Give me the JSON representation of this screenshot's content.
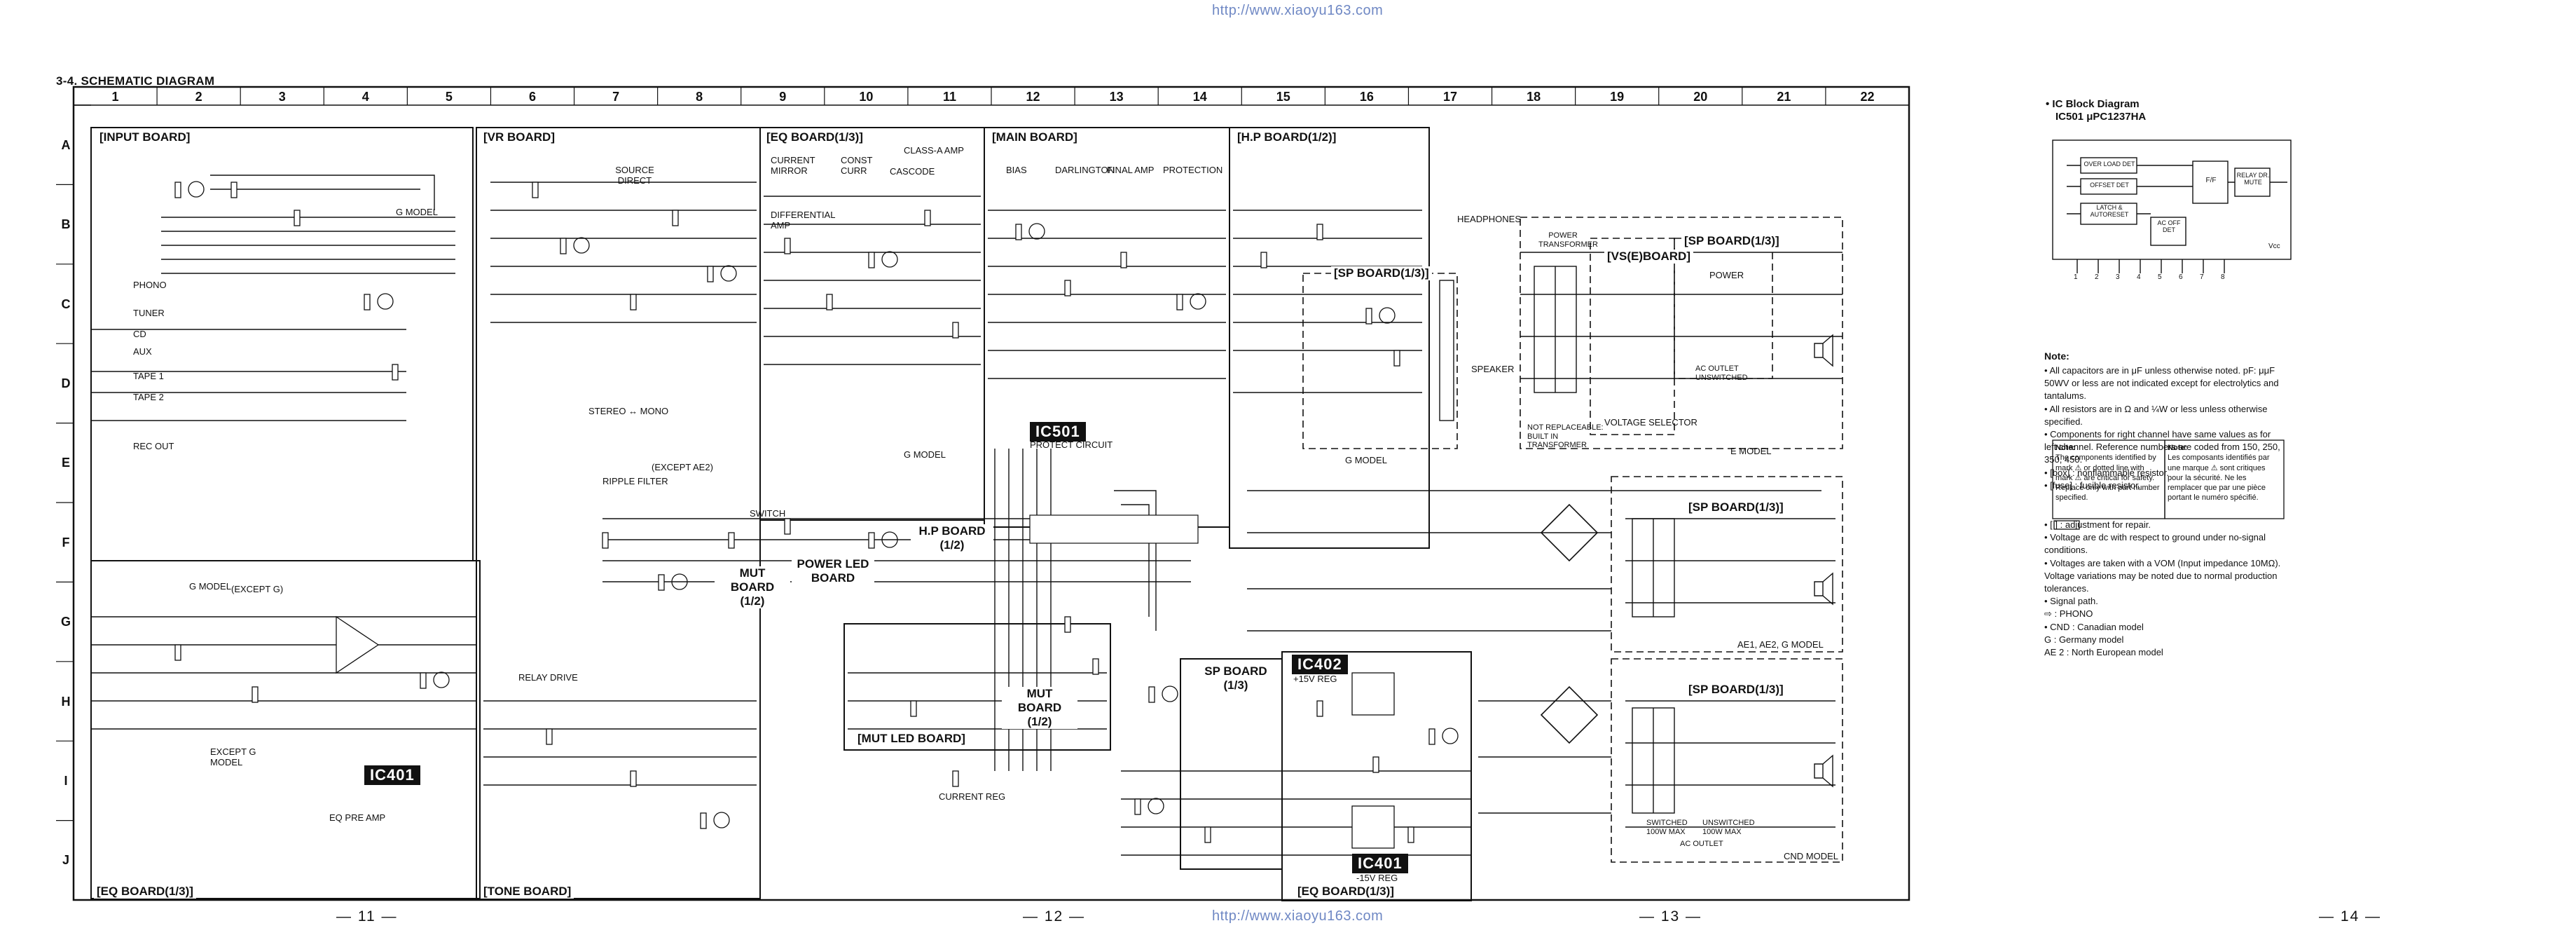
{
  "watermark_top": "http://www.xiaoyu163.com",
  "watermark_bottom": "http://www.xiaoyu163.com",
  "section_title": "3-4.  SCHEMATIC DIAGRAM",
  "grid": {
    "columns": [
      "1",
      "2",
      "3",
      "4",
      "5",
      "6",
      "7",
      "8",
      "9",
      "10",
      "11",
      "12",
      "13",
      "14",
      "15",
      "16",
      "17",
      "18",
      "19",
      "20",
      "21",
      "22"
    ],
    "rows": [
      "A",
      "B",
      "C",
      "D",
      "E",
      "F",
      "G",
      "H",
      "I",
      "J"
    ]
  },
  "boards": {
    "input": "[INPUT BOARD]",
    "vr": "[VR BOARD]",
    "eq13": "[EQ BOARD(1/3)]",
    "main": "[MAIN BOARD]",
    "hp12": "[H.P BOARD(1/2)]",
    "sp13a": "[SP BOARD(1/3)]",
    "vse": "[VS(E)BOARD]",
    "sp13b": "[SP BOARD(1/3)]",
    "sp13c": "[SP BOARD(1/3)]",
    "sp13d": "[SP BOARD(1/3)]",
    "sp13e": "SP BOARD (1/3)",
    "mut12a": "MUT BOARD (1/2)",
    "mut12b": "MUT BOARD (1/2)",
    "hp12b": "H.P BOARD (1/2)",
    "powerled": "POWER LED BOARD",
    "mutled": "[MUT LED BOARD]",
    "eq13_bottom": "[EQ BOARD(1/3)]",
    "tone": "[TONE BOARD]",
    "eq13_bottom2": "[EQ BOARD(1/3)]"
  },
  "ics": {
    "ic501": "IC501",
    "ic401a": "IC401",
    "ic402": "IC402",
    "ic401b": "IC401"
  },
  "ic_captions": {
    "ic501": "PROTECT CIRCUIT",
    "ic401a": "EQ PRE AMP",
    "ic402": "+15V REG",
    "ic401b": "-15V REG"
  },
  "labels": {
    "g_model_1": "G MODEL",
    "g_model_2": "G MODEL",
    "g_model_3": "G MODEL",
    "g_model_4": "G MODEL",
    "e_model": "E MODEL",
    "ae_model": "AE1, AE2, G MODEL",
    "cnd_model": "CND MODEL",
    "except_g": "EXCEPT G MODEL",
    "headphones": "HEADPHONES",
    "speaker": "SPEAKER",
    "phono": "PHONO",
    "tuner": "TUNER",
    "cd": "CD",
    "aux": "AUX",
    "tape1": "TAPE 1",
    "tape2": "TAPE 2",
    "rec_out": "REC OUT",
    "source_direct": "SOURCE DIRECT",
    "power_transformer": "POWER TRANSFORMER",
    "voltage_selector": "VOLTAGE SELECTOR",
    "not_replaceable": "NOT REPLACEABLE: BUILT IN TRANSFORMER",
    "differential_amp": "DIFFERENTIAL AMP",
    "current_mirror": "CURRENT MIRROR",
    "const_curr": "CONST CURR",
    "class_a_amp": "CLASS-A AMP",
    "cascode": "CASCODE",
    "bias": "BIAS",
    "darlington": "DARLINGTON",
    "final_amp": "FINAL AMP",
    "protection": "PROTECTION",
    "ripple_filter": "RIPPLE FILTER",
    "switch": "SWITCH",
    "relay_drive": "RELAY DRIVE",
    "current_reg": "CURRENT REG",
    "stereo_mono": "STEREO ↔ MONO",
    "ac_outlet": "AC OUTLET UNSWITCHED",
    "switched": "SWITCHED 100W MAX",
    "unswitched": "UNSWITCHED 100W MAX",
    "ac_outlet_b": "AC OUTLET",
    "except_ae2": "(EXCEPT AE2)",
    "except_g1": "(EXCEPT G)",
    "power": "POWER"
  },
  "ic_block": {
    "title": "• IC Block Diagram",
    "subtitle": "IC501 μPC1237HA",
    "blocks": [
      "OVER LOAD DET",
      "OFFSET DET",
      "LATCH & AUTORESET",
      "AC OFF DET",
      "F/F",
      "RELAY DR. MUTE"
    ],
    "vcc": "Vcc",
    "pins": [
      "1",
      "2",
      "3",
      "4",
      "5",
      "6",
      "7",
      "8"
    ]
  },
  "notes": {
    "heading": "Note:",
    "items": [
      "• All capacitors are in μF unless otherwise noted. pF: μμF 50WV or less are not indicated except for electrolytics and tantalums.",
      "• All resistors are in Ω and ¼W or less unless otherwise specified.",
      "• Components for right channel have same values as for left channel. Reference numbers are coded from 150, 250, 350, 450.",
      "• [box] : nonflammable resistor.",
      "• [fuse] : fusible resistor."
    ],
    "safety_en_head": "Note:",
    "safety_en": "The components identified by mark ⚠ or dotted line with mark ⚠ are critical for safety. Replace only with part number specified.",
    "safety_fr_head": "Note:",
    "safety_fr": "Les composants identifiés par une marque ⚠ sont critiques pour la sécurité. Ne les remplacer que par une pièce portant le numéro spécifié.",
    "items2": [
      "• [   ] : adjustment for repair.",
      "• Voltage are dc with respect to ground under no-signal conditions.",
      "• Voltages are taken with a VOM (Input impedance 10MΩ). Voltage variations may be noted due to normal production tolerances.",
      "• Signal path.",
      "   ⇨ : PHONO",
      "• CND : Canadian model",
      "   G      : Germany model",
      "   AE 2 : North European model"
    ]
  },
  "page_numbers": [
    "— 11 —",
    "— 12 —",
    "— 13 —",
    "— 14 —"
  ]
}
